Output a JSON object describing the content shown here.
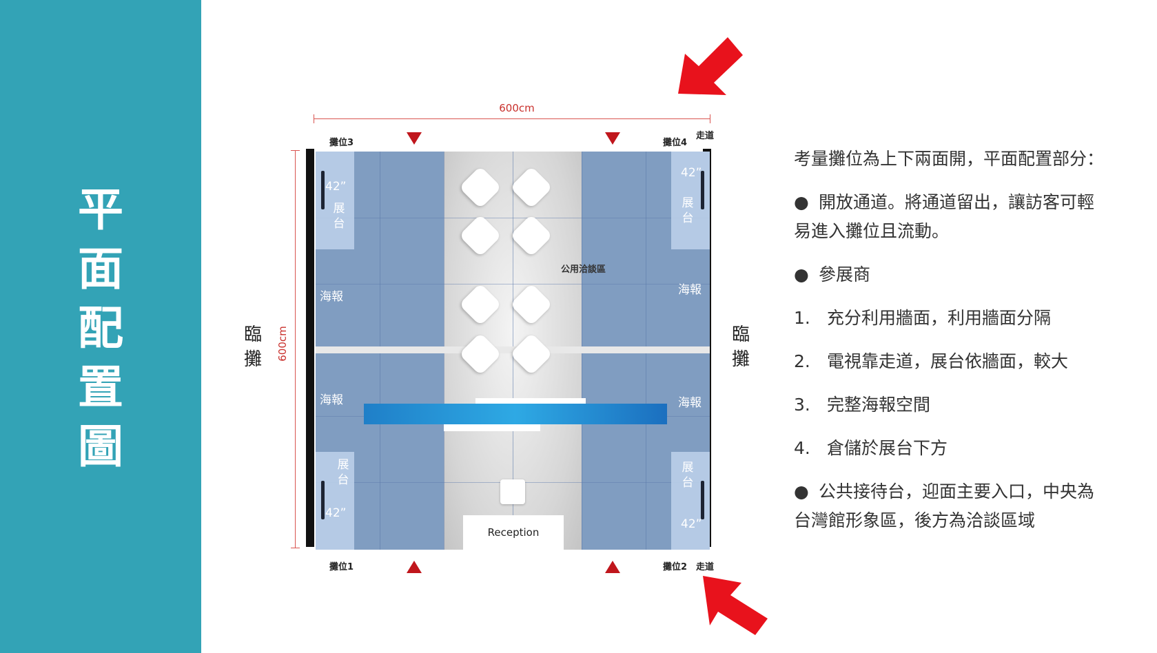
{
  "sidebar": {
    "title_chars": [
      "平",
      "面",
      "配",
      "置",
      "圖"
    ]
  },
  "floor_plan": {
    "width_label": "600cm",
    "height_label": "600cm",
    "booth_3": "攤位3",
    "booth_4": "攤位4",
    "booth_1": "攤位1",
    "booth_2": "攤位2",
    "aisle_top": "走道",
    "aisle_bottom": "走道",
    "temp_left": "臨攤",
    "temp_right": "臨攤",
    "tv_size": "42”",
    "stand_label": "展台",
    "poster_label": "海報",
    "meeting_area": "公用洽談區",
    "reception": "Reception",
    "colors": {
      "sidebar": "#33a3b6",
      "booth_overlay": "#6a8fc2",
      "arrow": "#e8121c",
      "marker": "#c0161c"
    }
  },
  "description": {
    "intro": "考量攤位為上下兩面開，平面配置部分：",
    "bullet_1_line1": "開放通道。將通道留出，讓訪客可輕",
    "bullet_1_line2": "易進入攤位且流動。",
    "bullet_2": "參展商",
    "list": [
      {
        "num": "1.",
        "text": "充分利用牆面，利用牆面分隔"
      },
      {
        "num": "2.",
        "text": "電視靠走道，展台依牆面，較大"
      },
      {
        "num": "3.",
        "text": "完整海報空間"
      },
      {
        "num": "4.",
        "text": "倉儲於展台下方"
      }
    ],
    "bullet_3_line1": "公共接待台，迎面主要入口，中央為",
    "bullet_3_line2": "台灣館形象區，後方為洽談區域",
    "bullet_symbol": "●"
  }
}
